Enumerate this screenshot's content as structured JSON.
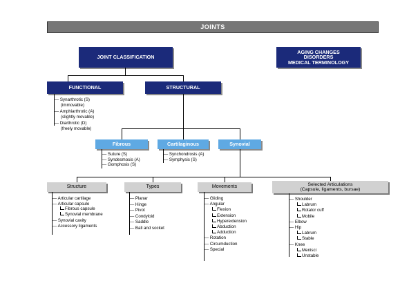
{
  "title": "JOINTS",
  "joint_classification": "JOINT CLASSIFICATION",
  "aging_box": [
    "AGING CHANGES",
    "DISORDERS",
    "MEDICAL TERMINOLOGY"
  ],
  "functional": {
    "label": "FUNCTIONAL",
    "items": [
      [
        "Synarthrotic (S)",
        "(immovable)"
      ],
      [
        "Amphiarthrotic (A)",
        "(slightly movable)"
      ],
      [
        "Diarthrotic (D)",
        "(freely movable)"
      ]
    ]
  },
  "structural": {
    "label": "STRUCTURAL",
    "fibrous": {
      "label": "Fibrous",
      "items": [
        "Suture (S)",
        "Syndesmosis (A)",
        "Gomphosis (S)"
      ]
    },
    "cartilaginous": {
      "label": "Cartilaginous",
      "items": [
        "Synchondrosis (A)",
        "Symphysis (S)"
      ]
    },
    "synovial": {
      "label": "Synovial"
    }
  },
  "structure": {
    "label": "Structure",
    "items": [
      "Articular cartilage",
      "Articular capsule",
      "Fibrous capsule",
      "Synovial membrane",
      "Synovial cavity",
      "Accessory ligaments"
    ]
  },
  "types": {
    "label": "Types",
    "items": [
      "Planar",
      "Hinge",
      "Pivot",
      "Condyloid",
      "Saddle",
      "Ball and socket"
    ]
  },
  "movements": {
    "label": "Movements",
    "items": [
      "Gliding",
      "Angular",
      "Flexion",
      "Extension",
      "Hyperextension",
      "Abduction",
      "Adduction",
      "Rotation",
      "Circumduction",
      "Special"
    ]
  },
  "selected": {
    "label": [
      "Selected Articulations",
      "(Capsule, ligaments, bursae)"
    ],
    "items": [
      "Shoulder",
      "Labrum",
      "Rotator cuff",
      "Mobile",
      "Elbow",
      "Hip",
      "Labrum",
      "Stable",
      "Knee",
      "Menisci",
      "Unstable"
    ]
  },
  "colors": {
    "navy": "#1b2a7a",
    "light": "#5fa9e3",
    "gray": "#d1d1d1",
    "title": "#777777"
  }
}
